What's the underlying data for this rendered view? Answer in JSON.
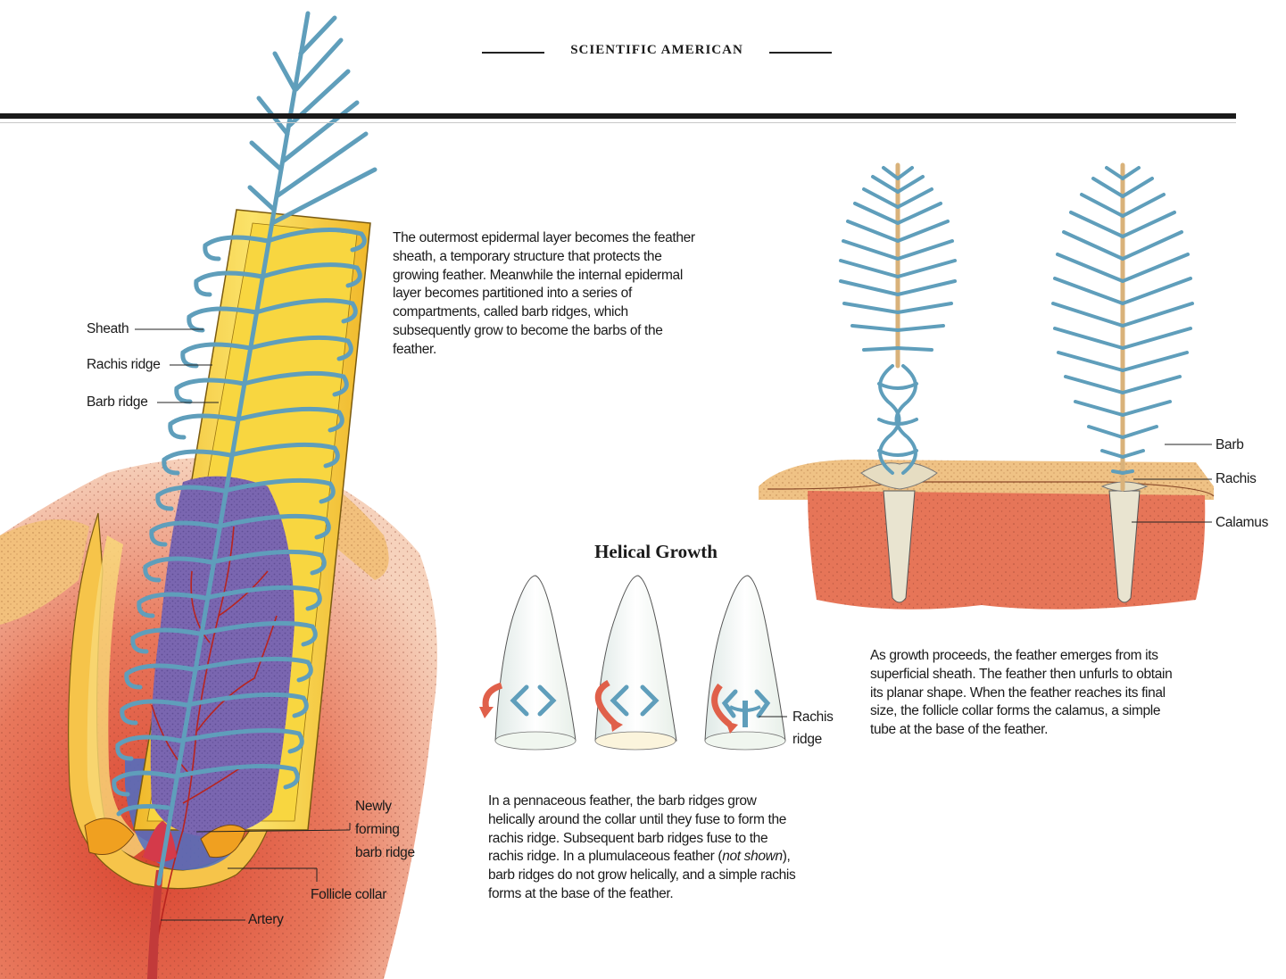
{
  "masthead": "SCIENTIFIC AMERICAN",
  "labels": {
    "sheath": "Sheath",
    "rachis_ridge": "Rachis ridge",
    "barb_ridge": "Barb ridge",
    "newly_forming": [
      "Newly",
      "forming",
      "barb ridge"
    ],
    "follicle_collar": "Follicle collar",
    "artery": "Artery",
    "helix_rachis_ridge": [
      "Rachis",
      "ridge"
    ],
    "barb": "Barb",
    "rachis": "Rachis",
    "calamus": "Calamus"
  },
  "helical_title": "Helical Growth",
  "paragraphs": {
    "sheath_text": "The outermost epidermal layer becomes the feather sheath, a temporary structure that protects the growing feather. Meanwhile the internal epidermal layer becomes partitioned into a series of compartments, called barb ridges, which subsequently grow to become the barbs of the feather.",
    "growth_text": "As growth proceeds, the feather emerges from its superficial sheath. The feather then unfurls to obtain its planar shape. When the feather reaches its final size, the follicle collar forms the calamus, a simple tube at the base of the feather.",
    "helical_text_before": "In a pennaceous feather, the barb ridges grow helically around the collar until they fuse to form the rachis ridge. Subsequent barb ridges fuse to the rachis ridge. In a plumulaceous feather (",
    "helical_text_italic": "not shown",
    "helical_text_after": "), barb ridges do not grow helically, and a simple rachis forms at the base of the feather."
  },
  "colors": {
    "barb_blue": "#5b9bb8",
    "sheath_yellow": "#f2c531",
    "pulp_purple": "#7d6ab0",
    "skin_red": "#e5735a",
    "skin_tan": "#efb47c",
    "arrow_red": "#e0604a"
  }
}
